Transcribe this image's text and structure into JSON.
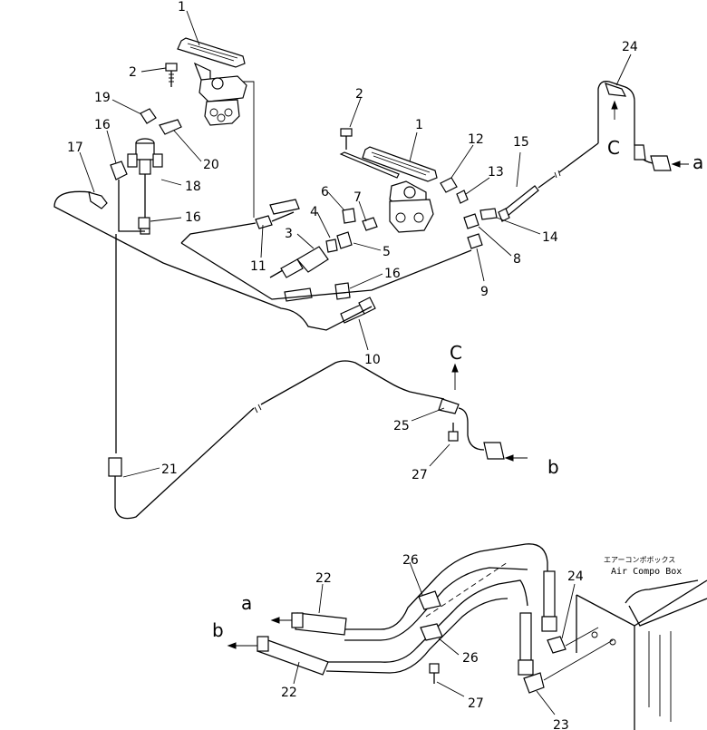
{
  "diagram": {
    "part_numbers": [
      "1",
      "2",
      "3",
      "4",
      "5",
      "6",
      "7",
      "8",
      "9",
      "10",
      "11",
      "12",
      "13",
      "14",
      "15",
      "16",
      "17",
      "18",
      "19",
      "20",
      "21",
      "22",
      "23",
      "24",
      "25",
      "26",
      "27"
    ],
    "connection_letters": {
      "a": "a",
      "b": "b",
      "c": "C"
    },
    "box_label_jp": "エアーコンポボックス",
    "box_label_en": "Air Compo Box"
  }
}
